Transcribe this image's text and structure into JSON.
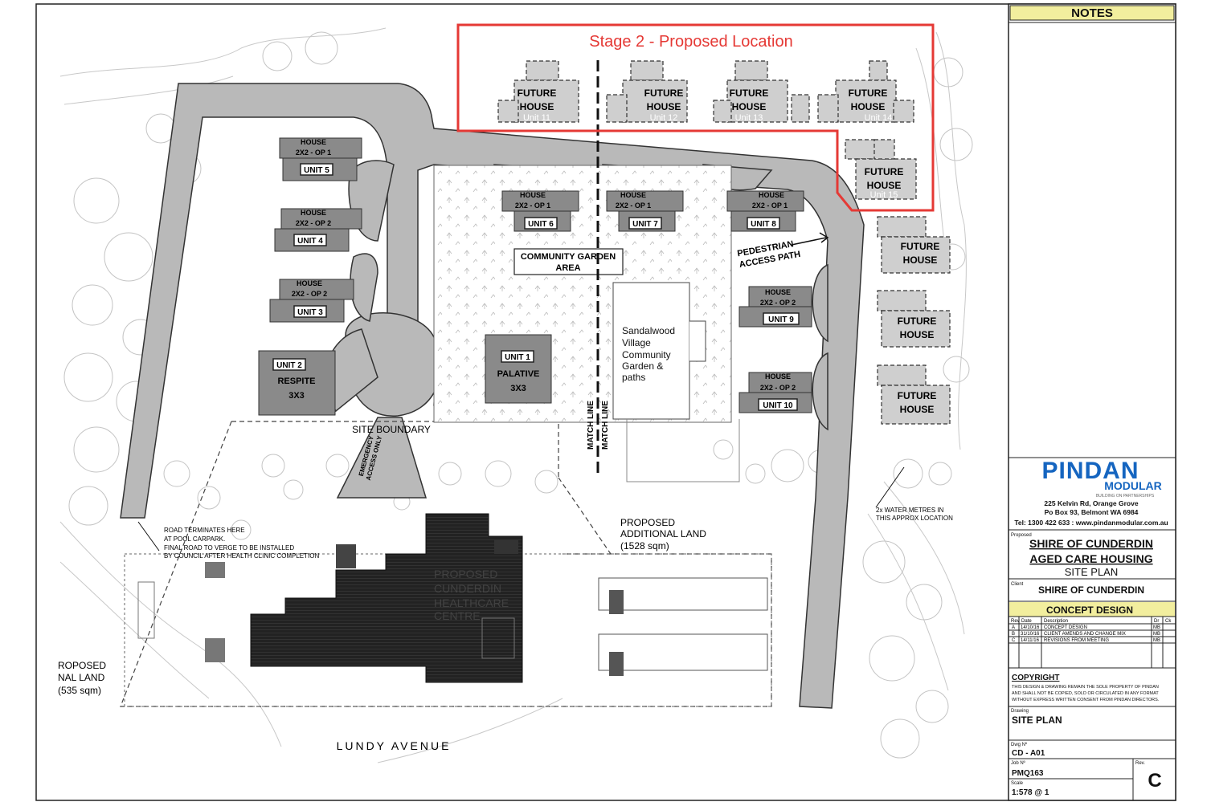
{
  "stage2_title": "Stage 2 - Proposed Location",
  "future": {
    "line1": "FUTURE",
    "line2": "HOUSE",
    "top_units": [
      "Unit 11",
      "Unit 12",
      "Unit 13",
      "Unit 14",
      "Unit 15"
    ]
  },
  "units": {
    "u5": {
      "name": "UNIT 5",
      "type1": "HOUSE",
      "type2": "2X2 - OP 1"
    },
    "u4": {
      "name": "UNIT 4",
      "type1": "HOUSE",
      "type2": "2X2 - OP 2"
    },
    "u3": {
      "name": "UNIT 3",
      "type1": "HOUSE",
      "type2": "2X2 - OP 2"
    },
    "u2": {
      "name": "UNIT 2",
      "type1": "RESPITE",
      "type2": "3X3"
    },
    "u1": {
      "name": "UNIT 1",
      "type1": "PALATIVE",
      "type2": "3X3"
    },
    "u6": {
      "name": "UNIT 6",
      "type1": "HOUSE",
      "type2": "2X2 - OP 1"
    },
    "u7": {
      "name": "UNIT 7",
      "type1": "HOUSE",
      "type2": "2X2 - OP 1"
    },
    "u8": {
      "name": "UNIT 8",
      "type1": "HOUSE",
      "type2": "2X2 - OP 1"
    },
    "u9": {
      "name": "UNIT 9",
      "type1": "HOUSE",
      "type2": "2X2 - OP 2"
    },
    "u10": {
      "name": "UNIT 10",
      "type1": "HOUSE",
      "type2": "2X2 - OP 2"
    }
  },
  "labels": {
    "community_garden_1": "COMMUNITY GARDEN",
    "community_garden_2": "AREA",
    "pedestrian_1": "PEDESTRIAN",
    "pedestrian_2": "ACCESS PATH",
    "sandalwood": [
      "Sandalwood",
      "Village",
      "Community",
      "Garden &",
      "paths"
    ],
    "match_line": "MATCH LINE",
    "site_boundary": "SITE BOUNDARY",
    "emergency_1": "EMERGENCY",
    "emergency_2": "ACCESS ONLY",
    "road_terminates": [
      "ROAD TERMINATES HERE",
      "AT POOL CARPARK.",
      "FINAL ROAD TO VERGE TO BE INSTALLED",
      "BY COUNCIL AFTER HEALTH CLINIC COMPLETION"
    ],
    "proposed_land": [
      "PROPOSED",
      "ADDITIONAL LAND",
      "(1528 sqm)"
    ],
    "water_metres": [
      "2x WATER METRES IN",
      "THIS APPROX LOCATION"
    ],
    "healthcare": [
      "PROPOSED",
      "CUNDERDIN",
      "HEALTHCARE",
      "CENTRE"
    ],
    "left_land": [
      "ROPOSED",
      "NAL LAND",
      "(535 sqm)"
    ],
    "lundy": "LUNDY AVENUE"
  },
  "title_block": {
    "notes": "NOTES",
    "logo_main": "PINDAN",
    "logo_sub": "MODULAR",
    "logo_tag": "BUILDING ON PARTNERSHIPS",
    "address1": "225 Kelvin Rd, Orange Grove",
    "address2": "Po Box  93,  Belmont   WA   6984",
    "contact": "Tel: 1300 422 633 : www.pindanmodular.com.au",
    "proposed_label": "Proposed",
    "project1": "SHIRE OF CUNDERDIN",
    "project2": "AGED CARE HOUSING",
    "project3": "SITE PLAN",
    "client_label": "Client",
    "client": "SHIRE OF CUNDERDIN",
    "stage": "CONCEPT DESIGN",
    "rev_headers": [
      "Rev",
      "Date",
      "Description",
      "Dr",
      "Ck"
    ],
    "revisions": [
      [
        "A",
        "14/10/16",
        "CONCEPT DESIGN",
        "MB",
        ""
      ],
      [
        "B",
        "31/10/16",
        "CLIENT AMENDS AND CHANGE MIX",
        "MB",
        ""
      ],
      [
        "C",
        "14/11/16",
        "REVISIONS FROM MEETING",
        "MB",
        ""
      ]
    ],
    "copyright_title": "COPYRIGHT",
    "copyright_text": [
      "THIS DESIGN & DRAWING REMAIN THE SOLE PROPERTY OF PINDAN",
      "AND SHALL NOT BE COPIED, SOLD  OR CIRCULATED IN ANY FORMAT",
      "WITHOUT EXPRESS WRITTEN CONSENT FROM PINDAN DIRECTORS."
    ],
    "drawing_label": "Drawing",
    "drawing": "SITE PLAN",
    "dwg_label": "Dwg Nº",
    "dwg": "CD - A01",
    "job_label": "Job Nº",
    "job": "PMQ163",
    "rev_label": "Rev.",
    "rev": "C",
    "scale_label": "Scale",
    "scale": "1:578 @ 1"
  },
  "colors": {
    "stage2_outline": "#e53935",
    "road": "#b9b9b9",
    "building": "#1c1c1c",
    "note_header": "#f2ee9e"
  }
}
